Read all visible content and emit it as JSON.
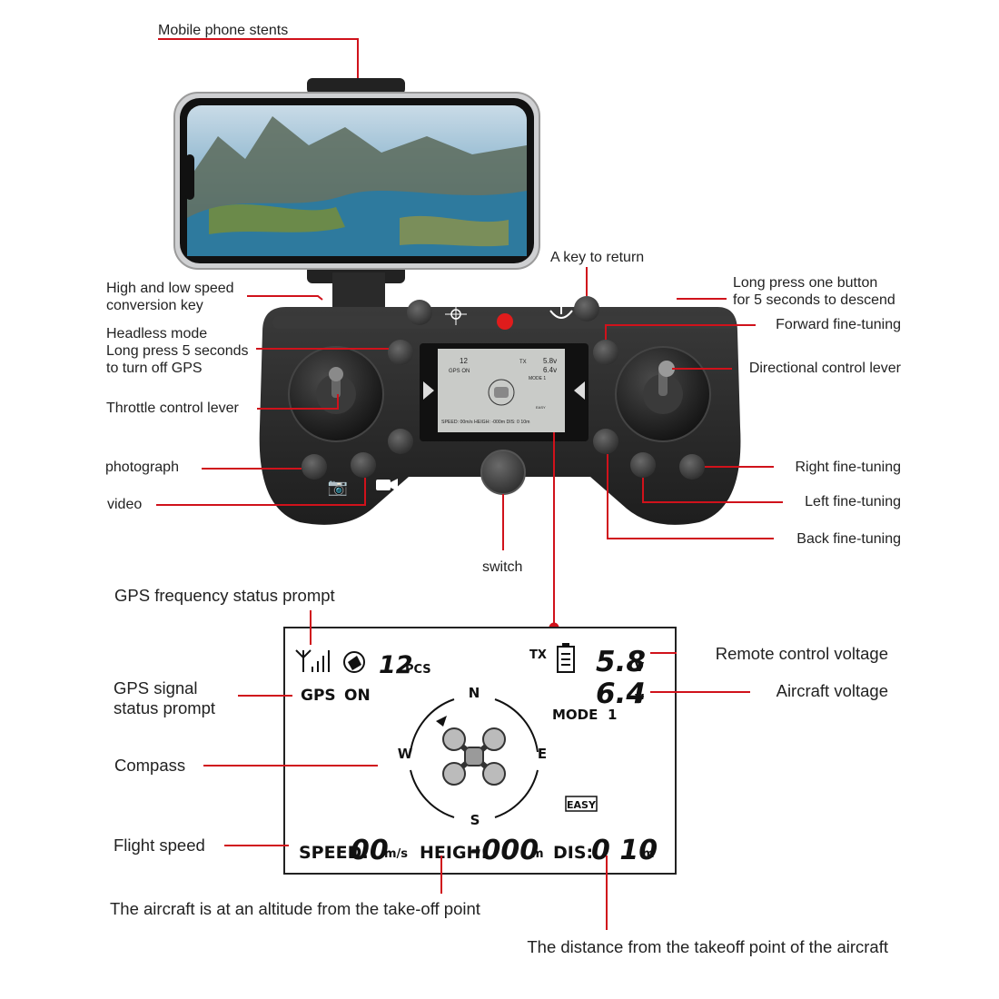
{
  "labels": {
    "phone_stents": "Mobile phone stents",
    "return_key": "A key to return",
    "speed_key": "High and low speed\nconversion key",
    "descend": "Long press one button\nfor 5 seconds to descend",
    "headless": "Headless mode\nLong press 5 seconds\nto turn off GPS",
    "forward": "Forward fine-tuning",
    "directional": "Directional control lever",
    "throttle": "Throttle control lever",
    "photograph": "photograph",
    "video": "video",
    "right_ft": "Right fine-tuning",
    "left_ft": "Left fine-tuning",
    "back_ft": "Back fine-tuning",
    "switch": "switch",
    "gps_freq": "GPS frequency status prompt",
    "gps_signal": "GPS signal\nstatus prompt",
    "compass": "Compass",
    "flight_speed": "Flight speed",
    "rc_voltage": "Remote control voltage",
    "aircraft_voltage": "Aircraft voltage",
    "altitude": "The aircraft is at an altitude from the take-off point",
    "distance": "The distance from the takeoff point of the aircraft"
  },
  "lcd": {
    "sat_count": "12",
    "pcs": "PCS",
    "gps": "GPS",
    "on": "ON",
    "tx": "TX",
    "tx_voltage": "5.8",
    "rx_voltage": "6.4",
    "volt_unit": "V",
    "mode_label": "MODE",
    "mode_value": "1",
    "compass_n": "N",
    "compass_s": "S",
    "compass_e": "E",
    "compass_w": "W",
    "easy": "EASY",
    "speed_label": "SPEED:",
    "speed_value": "00",
    "speed_unit": "m/s",
    "height_label": "HEIGH:",
    "height_value": "-000",
    "height_unit": "m",
    "dis_label": "DIS:",
    "dis_value": "0 10",
    "dis_unit": "m"
  },
  "small_lcd": {
    "gps_on": "GPS ON",
    "sats": "12",
    "tx": "TX",
    "v1": "5.8v",
    "v2": "6.4v",
    "mode": "MODE 1",
    "bottom": "SPEED: 00m/s  HEIGH: -000m  DIS: 0 10m",
    "easy": "EASY"
  },
  "colors": {
    "leader": "#d0121b",
    "controller": "#2b2b2b",
    "lcd_screen": "#c9cbc8"
  }
}
